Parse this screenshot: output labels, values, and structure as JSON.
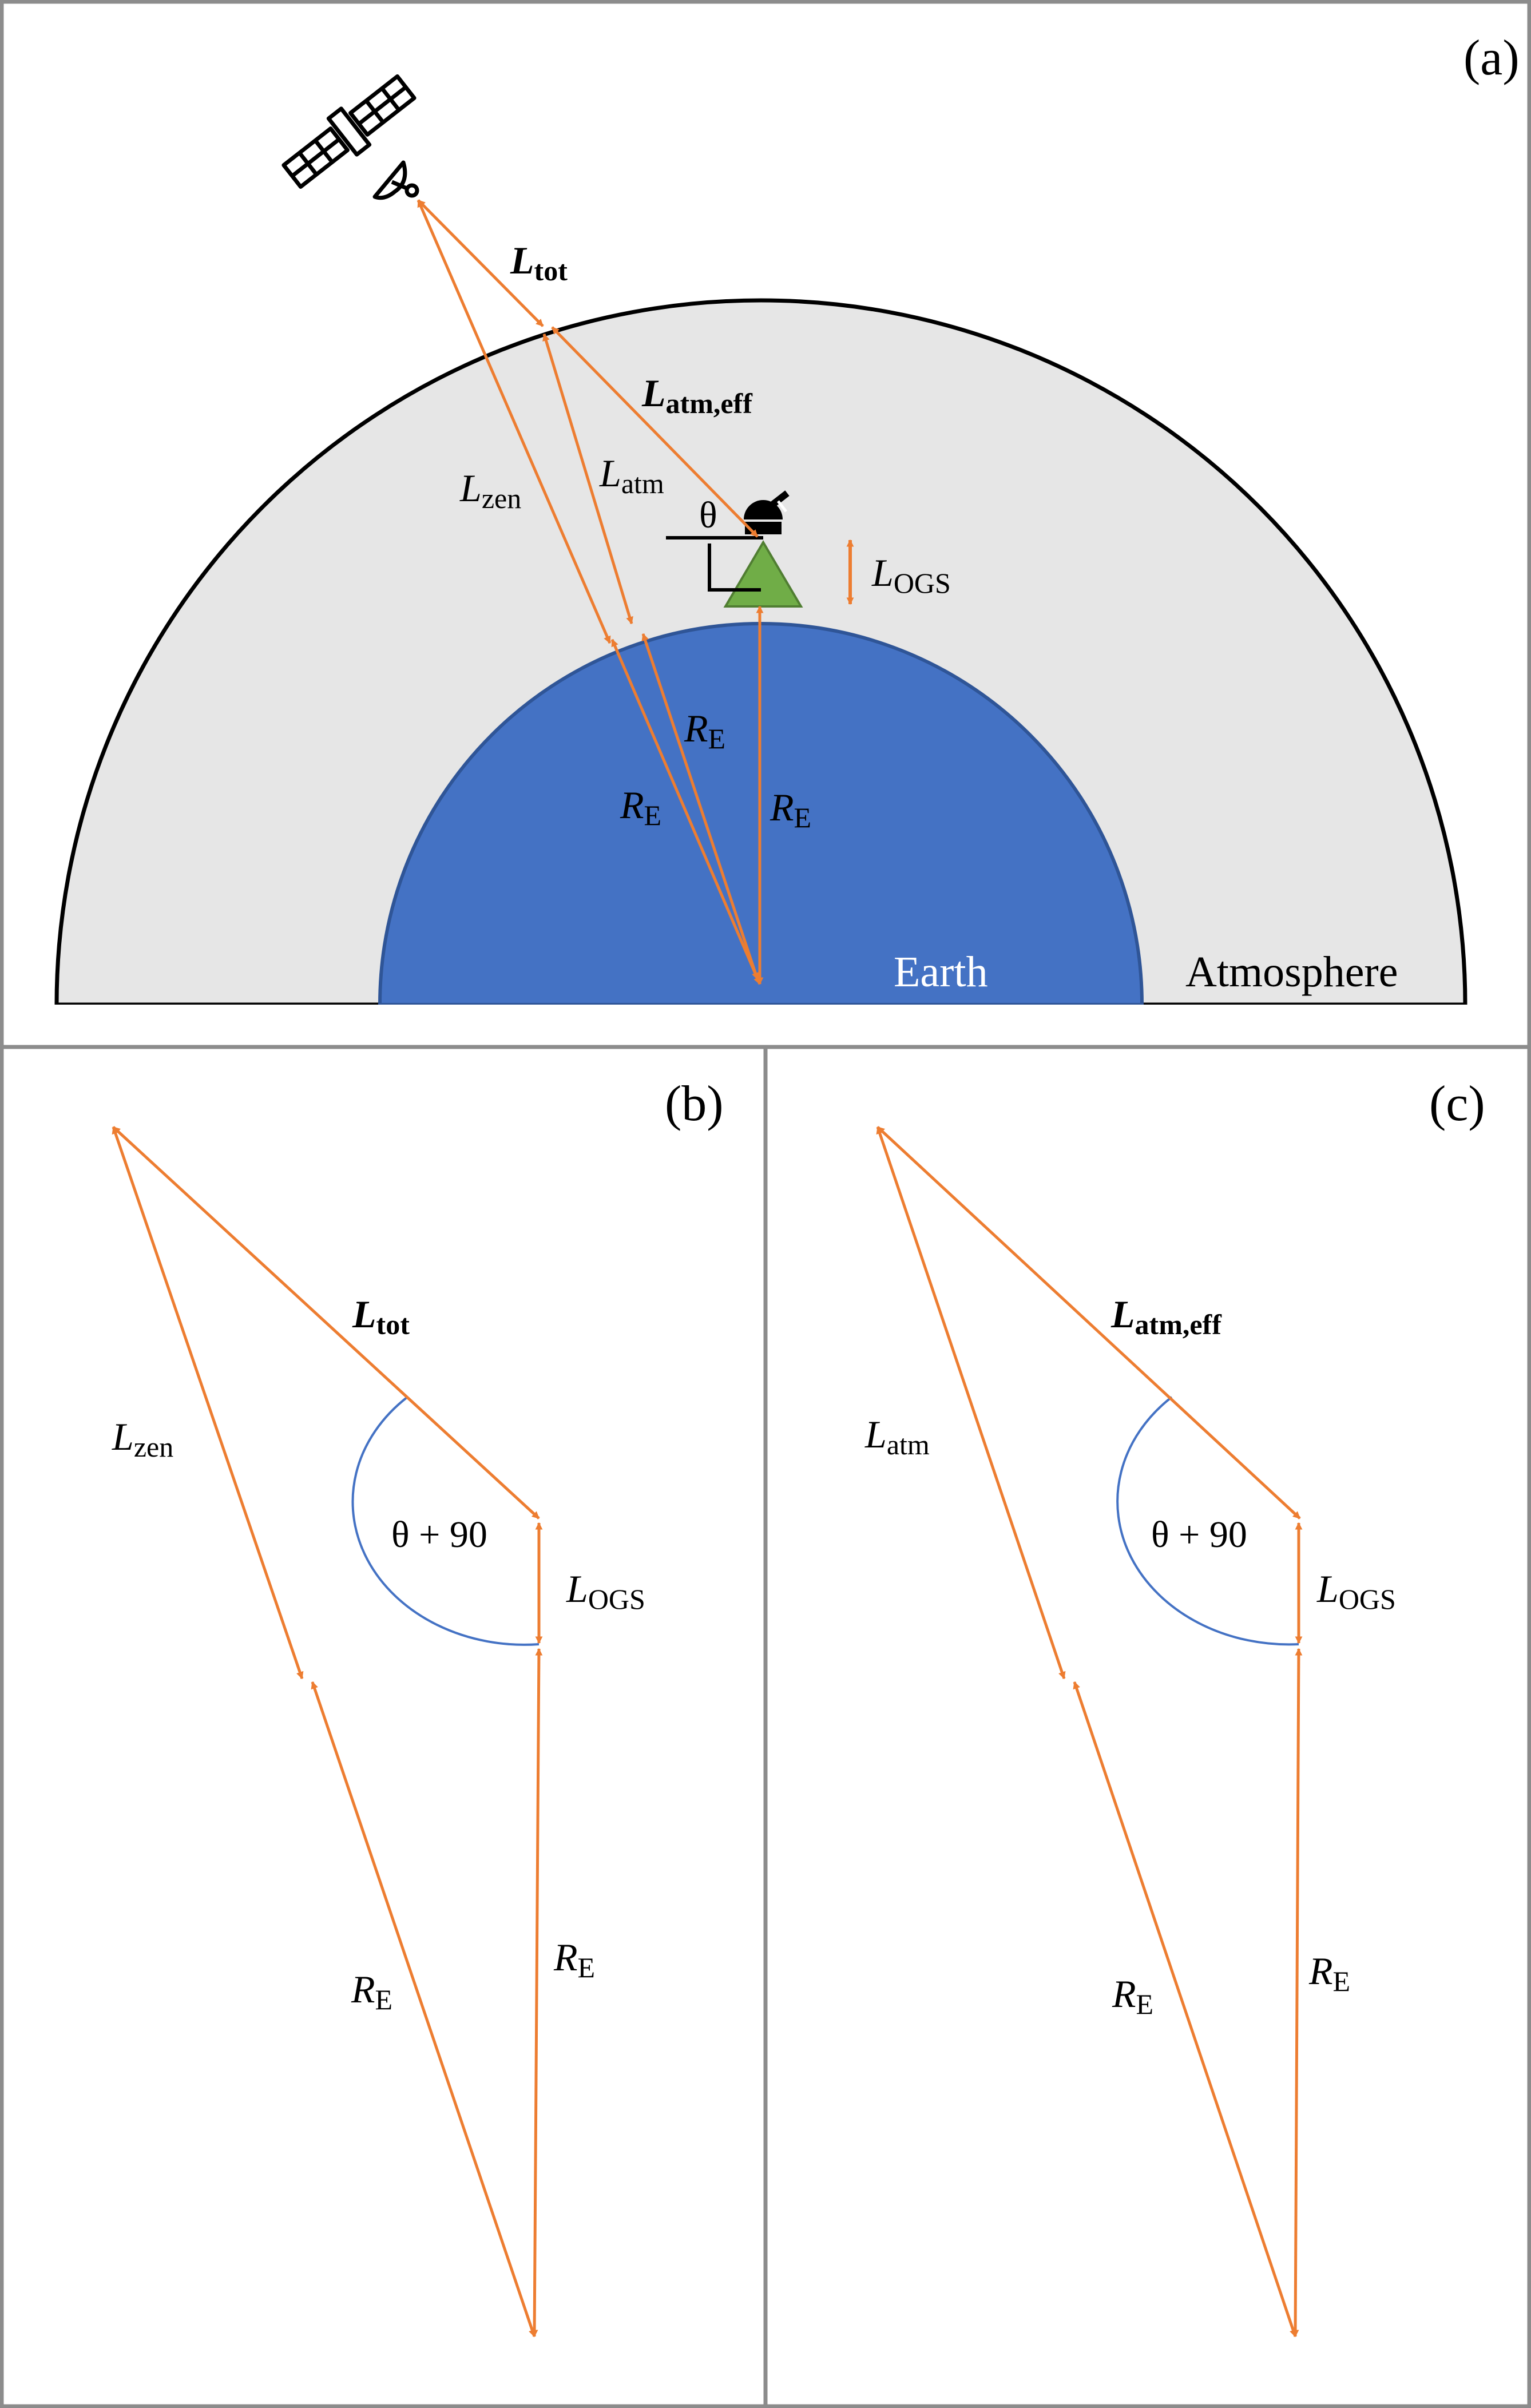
{
  "colors": {
    "frame": "#8c8c8c",
    "atmosphere": "#e6e6e6",
    "atmosphere_edge": "#000000",
    "earth": "#4472c4",
    "earth_edge": "#2f5597",
    "arrow": "#ed7d31",
    "mountain": "#70ad47",
    "angle_arc": "#4472c4",
    "earth_label": "#ffffff"
  },
  "icons": [
    "satellite-icon",
    "telescope-icon",
    "mountain-icon"
  ],
  "panel_a": {
    "tag": "(a)",
    "earth": "Earth",
    "atmosphere": "Atmosphere",
    "L": "L",
    "R": "R",
    "sub_tot": "tot",
    "sub_atm_eff": "atm,eff",
    "sub_zen": "zen",
    "sub_atm": "atm",
    "sub_E": "E",
    "sub_OGS": "OGS",
    "theta": "θ"
  },
  "panel_b": {
    "tag": "(b)",
    "L": "L",
    "R": "R",
    "sub_tot": "tot",
    "sub_zen": "zen",
    "sub_OGS": "OGS",
    "sub_E": "E",
    "angle": "θ + 90"
  },
  "panel_c": {
    "tag": "(c)",
    "L": "L",
    "R": "R",
    "sub_atm_eff": "atm,eff",
    "sub_atm": "atm",
    "sub_OGS": "OGS",
    "sub_E": "E",
    "angle": "θ + 90"
  }
}
